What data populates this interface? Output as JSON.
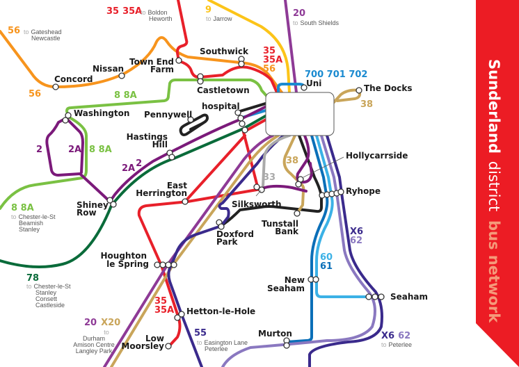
{
  "title": {
    "bold": "Sunderland",
    "light": "district",
    "accent": "bus network"
  },
  "colors": {
    "red": "#e8202a",
    "orange": "#f7941d",
    "yellow": "#fcc419",
    "purple20": "#8e3a96",
    "purple2": "#7b1a7a",
    "green8": "#7ac143",
    "green78": "#0a6b3a",
    "blue700": "#1a8ad0",
    "blue60": "#3bb1e6",
    "blue61": "#0b6fb8",
    "indigo": "#3a2a8c",
    "lavender": "#8a78c0",
    "tan": "#c9a55a",
    "grey33": "#aaaaaa",
    "black": "#222222",
    "banner": "#ec1c24",
    "banner_accent": "#f59a7a"
  },
  "stations": {
    "concord": "Concord",
    "nissan": "Nissan",
    "town_end_farm": [
      "Town End",
      "Farm"
    ],
    "southwick": "Southwick",
    "castletown": "Castletown",
    "washington": "Washington",
    "pennywell": "Pennywell",
    "hospital": "hospital",
    "hastings_hill": [
      "Hastings",
      "Hill"
    ],
    "shiney_row": [
      "Shiney",
      "Row"
    ],
    "east_herrington": [
      "East",
      "Herrington"
    ],
    "silksworth": "Silksworth",
    "doxford_park": [
      "Doxford",
      "Park"
    ],
    "tunstall_bank": [
      "Tunstall",
      "Bank"
    ],
    "hollycarrside": "Hollycarrside",
    "ryhope": "Ryhope",
    "uni": "Uni",
    "the_docks": "The Docks",
    "houghton": [
      "Houghton",
      "le Spring"
    ],
    "hetton": "Hetton-le-Hole",
    "low_moorsley": [
      "Low",
      "Moorsley"
    ],
    "new_seaham": [
      "New",
      "Seaham"
    ],
    "seaham": "Seaham",
    "murton": "Murton"
  },
  "routes": {
    "r35_top": [
      "35",
      "35A"
    ],
    "r9": "9",
    "r20_top": "20",
    "r56_top": "56",
    "r56_left": "56",
    "r8_top": "8 8A",
    "r_south_cluster": [
      "35",
      "35A",
      "56"
    ],
    "r700": "700 701 702",
    "r38_docks": "38",
    "r2": "2",
    "r2a": "2A",
    "r8_mid": "8 8A",
    "r2a_2": [
      "2A",
      "2"
    ],
    "r8_bottom": "8 8A",
    "r78": "78",
    "r38": "38",
    "r33": "33",
    "rx6_62": [
      "X6",
      "62"
    ],
    "r60_61": [
      "60",
      "61"
    ],
    "r35_south": [
      "35",
      "35A"
    ],
    "r55": "55",
    "r20_x20": [
      "20",
      "X20"
    ],
    "rx6_62_bottom": [
      "X6",
      "62"
    ]
  },
  "destinations": {
    "boldon": [
      "to",
      "Boldon",
      "Heworth"
    ],
    "jarrow": [
      "to",
      "Jarrow"
    ],
    "south_shields": [
      "to",
      "South Shields"
    ],
    "gateshead": [
      "to",
      "Gateshead",
      "Newcastle"
    ],
    "chester_8": [
      "to",
      "Chester-le-St",
      "Beamish",
      "Stanley"
    ],
    "chester_78": [
      "to",
      "Chester-le-St",
      "Stanley",
      "Consett",
      "Castleside"
    ],
    "durham": [
      "to",
      "Durham",
      "Amison Centre",
      "Langley Park"
    ],
    "easington": [
      "to",
      "Easington Lane",
      "Peterlee"
    ],
    "peterlee": [
      "to",
      "Peterlee"
    ]
  }
}
